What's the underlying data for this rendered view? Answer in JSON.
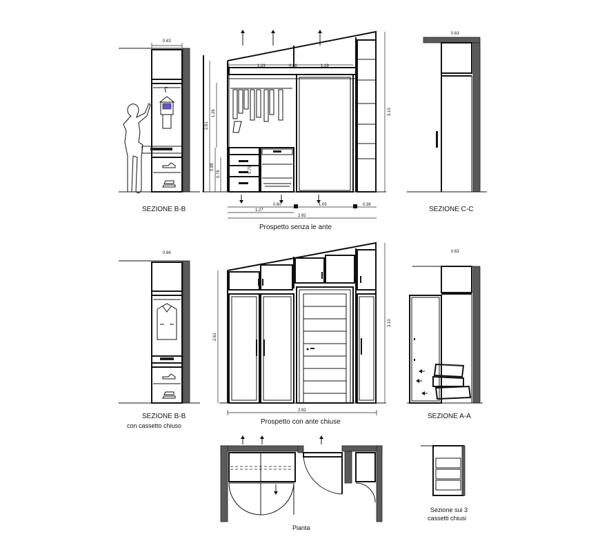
{
  "labels": {
    "sezione_bb_top": "SEZIONE B-B",
    "sezione_cc": "SEZIONE C-C",
    "prospetto_senza": "Prospetto senza le ante",
    "sezione_bb_bottom": "SEZIONE B-B",
    "sezione_bb_bottom_sub": "con cassetto chiuso",
    "prospetto_con": "Prospetto con ante chiuse",
    "sezione_aa": "SEZIONE A-A",
    "pianta": "Pianta",
    "sezione_3_line1": "Sezione sui 3",
    "sezione_3_line2": "cassetti chiusi"
  },
  "dims": {
    "bb_top_width": "0.63",
    "top_w1": "1.23",
    "top_w2": "0.26",
    "top_w3": "1.19",
    "h_left_total": "2.61",
    "h_left_mid": "1.26",
    "h_left_low1": "0.88",
    "h_left_low2": "0.76",
    "h_drawer": "0.75",
    "h_right_total": "3.10",
    "bottom_w1": "1.27",
    "bottom_w2": "0.60",
    "bottom_w3": "1.05",
    "bottom_w4": "0.38",
    "bottom_total": "2.92",
    "cc_width": "0.63",
    "bb_bottom_width": "0.66",
    "con_left_h": "2.61",
    "con_right_h": "3.10",
    "con_total": "2.92",
    "aa_width": "0.63"
  }
}
